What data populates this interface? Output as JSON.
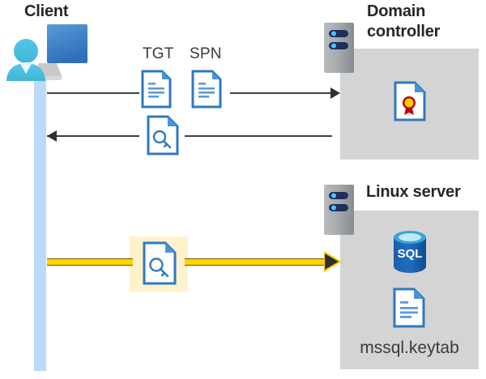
{
  "diagram": {
    "title_client": "Client",
    "title_domain_controller": "Domain\ncontroller",
    "title_linux_server": "Linux server"
  },
  "labels": {
    "tgt": "TGT",
    "spn": "SPN",
    "keytab_file": "mssql.keytab"
  },
  "icons": {
    "client": "client-computer-user-icon",
    "server_rack": "server-rack-icon",
    "document": "document-icon",
    "document_key": "document-with-key-icon",
    "document_certificate": "document-with-certificate-icon",
    "sql_database": "sql-database-icon"
  },
  "flows": [
    {
      "name": "client-to-dc-request",
      "direction": "right",
      "from": "Client",
      "to": "Domain controller",
      "carries": [
        "TGT",
        "SPN"
      ],
      "color": "#404040"
    },
    {
      "name": "dc-to-client-response",
      "direction": "left",
      "from": "Domain controller",
      "to": "Client",
      "carries": [
        "service-ticket"
      ],
      "color": "#404040"
    },
    {
      "name": "client-to-linux-server-ticket",
      "direction": "right",
      "from": "Client",
      "to": "Linux server",
      "carries": [
        "service-ticket"
      ],
      "color": "#ffd400",
      "highlighted": true
    }
  ],
  "colors": {
    "panel_gray": "#d4d4d4",
    "lifeline_blue": "#bcdafc",
    "highlight_yellow": "#fdf2cc",
    "arrow_yellow": "#ffd400",
    "arrow_dark": "#303030",
    "doc_blue": "#2f79c0",
    "text_dark": "#262626"
  }
}
